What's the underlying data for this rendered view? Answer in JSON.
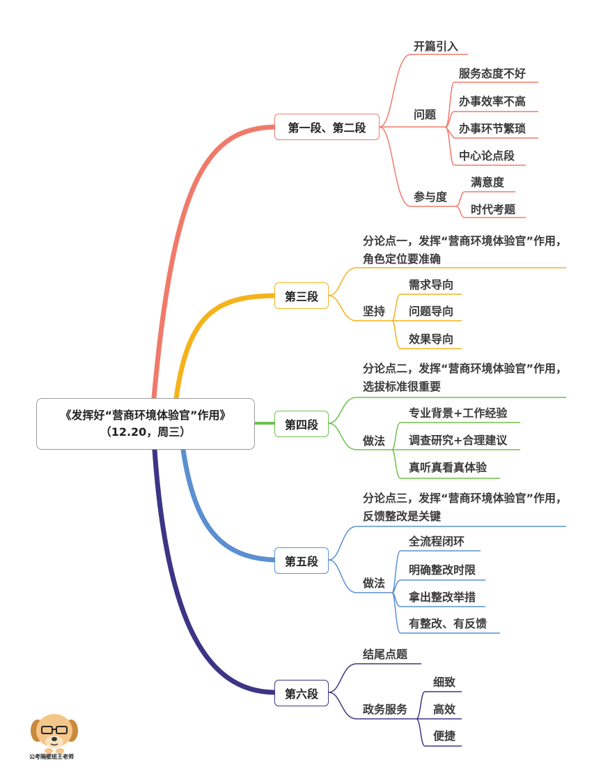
{
  "root": {
    "line1": "《发挥好“营商环境体验官”作用》",
    "line2": "（12.20，周三）"
  },
  "colors": {
    "s1": "#f07a6a",
    "s2": "#f5b21a",
    "s3": "#6cc04a",
    "s4": "#5b8fd0",
    "s5": "#3c3585"
  },
  "sections": [
    {
      "label": "第一段、第二段",
      "items": {
        "intro": "开篇引入",
        "problem": "问题",
        "problem_children": [
          "服务态度不好",
          "办事效率不高",
          "办事环节繁琐",
          "中心论点段"
        ],
        "participation": "参与度",
        "participation_children": [
          "满意度",
          "时代考题"
        ]
      }
    },
    {
      "label": "第三段",
      "point": "分论点一，发挥“营商环境体验官”作用，角色定位要准确",
      "sub": "坚持",
      "sub_children": [
        "需求导向",
        "问题导向",
        "效果导向"
      ]
    },
    {
      "label": "第四段",
      "point": "分论点二，发挥“营商环境体验官”作用，选拔标准很重要",
      "sub": "做法",
      "sub_children": [
        "专业背景+工作经验",
        "调查研究+合理建议",
        "真听真看真体验"
      ]
    },
    {
      "label": "第五段",
      "point": "分论点三，发挥“营商环境体验官”作用，反馈整改是关键",
      "sub": "做法",
      "sub_children": [
        "全流程闭环",
        "明确整改时限",
        "拿出整改举措",
        "有整改、有反馈"
      ]
    },
    {
      "label": "第六段",
      "items": {
        "ending": "结尾点题",
        "gov": "政务服务",
        "gov_children": [
          "细致",
          "高效",
          "便捷"
        ]
      }
    }
  ],
  "watermark": {
    "caption": "公考隔壁班王老师",
    "icon": "dog-face-with-glasses-icon"
  }
}
